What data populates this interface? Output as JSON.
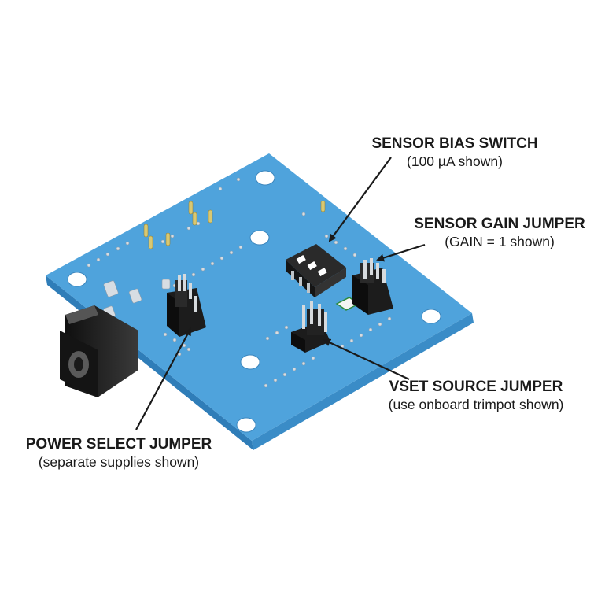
{
  "callouts": {
    "sensor_bias_switch": {
      "title": "SENSOR BIAS SWITCH",
      "subtitle": "(100 µA shown)"
    },
    "sensor_gain_jumper": {
      "title": "SENSOR GAIN JUMPER",
      "subtitle": "(GAIN = 1 shown)"
    },
    "vset_source_jumper": {
      "title": "VSET SOURCE JUMPER",
      "subtitle": "(use onboard trimpot shown)"
    },
    "power_select_jumper": {
      "title": "POWER SELECT JUMPER",
      "subtitle": "(separate supplies shown)"
    }
  },
  "colors": {
    "board_top": "#4fa3dc",
    "board_edge": "#2f7db8",
    "component_black": "#1c1c1c",
    "pin_gold": "#c8b45a",
    "arrow": "#1a1a1a"
  }
}
